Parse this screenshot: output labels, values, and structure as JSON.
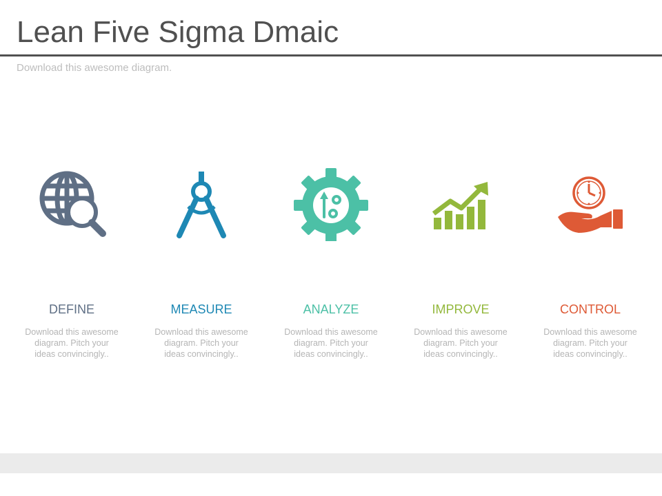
{
  "header": {
    "title": "Lean Five Sigma Dmaic",
    "subtitle": "Download this awesome diagram."
  },
  "steps": [
    {
      "label": "DEFINE",
      "desc": "Download this awesome diagram. Pitch your ideas convincingly..",
      "color": "#5f6f85",
      "icon": "globe-search-icon"
    },
    {
      "label": "MEASURE",
      "desc": "Download this awesome diagram. Pitch your ideas convincingly..",
      "color": "#1e88b4",
      "icon": "compass-icon"
    },
    {
      "label": "ANALYZE",
      "desc": "Download this awesome diagram. Pitch your ideas convincingly..",
      "color": "#4cc0a6",
      "icon": "gear-percent-icon"
    },
    {
      "label": "IMPROVE",
      "desc": "Download this awesome diagram. Pitch your ideas convincingly..",
      "color": "#93b83c",
      "icon": "growth-chart-icon"
    },
    {
      "label": "CONTROL",
      "desc": "Download this awesome diagram. Pitch your ideas convincingly..",
      "color": "#de5a36",
      "icon": "clock-hand-icon"
    }
  ]
}
